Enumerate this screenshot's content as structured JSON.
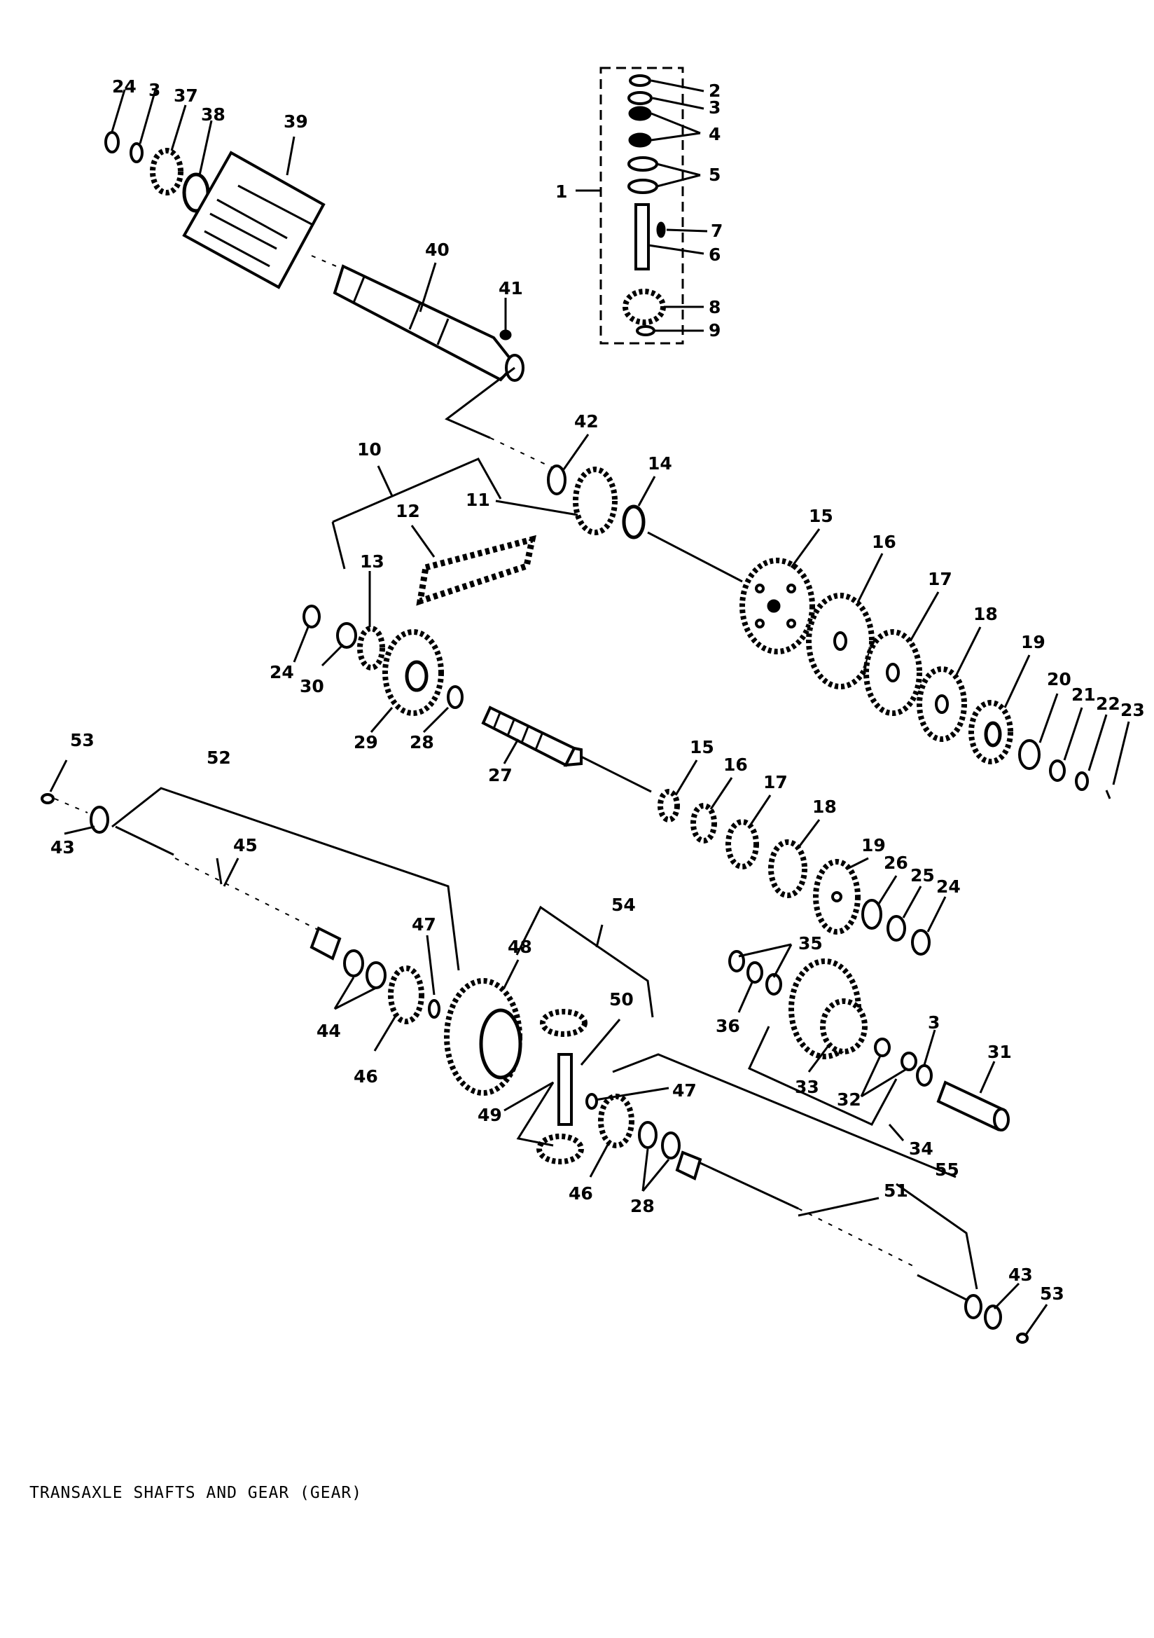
{
  "caption": "TRANSAXLE SHAFTS AND GEAR (GEAR)",
  "callouts": [
    {
      "id": "c24a",
      "text": "24"
    },
    {
      "id": "c3a",
      "text": "3"
    },
    {
      "id": "c37",
      "text": "37"
    },
    {
      "id": "c38",
      "text": "38"
    },
    {
      "id": "c39",
      "text": "39"
    },
    {
      "id": "c40",
      "text": "40"
    },
    {
      "id": "c41",
      "text": "41"
    },
    {
      "id": "c2",
      "text": "2"
    },
    {
      "id": "c3b",
      "text": "3"
    },
    {
      "id": "c4",
      "text": "4"
    },
    {
      "id": "c5",
      "text": "5"
    },
    {
      "id": "c1",
      "text": "1"
    },
    {
      "id": "c7",
      "text": "7"
    },
    {
      "id": "c6",
      "text": "6"
    },
    {
      "id": "c8",
      "text": "8"
    },
    {
      "id": "c9",
      "text": "9"
    },
    {
      "id": "c42",
      "text": "42"
    },
    {
      "id": "c10",
      "text": "10"
    },
    {
      "id": "c11",
      "text": "11"
    },
    {
      "id": "c14",
      "text": "14"
    },
    {
      "id": "c12",
      "text": "12"
    },
    {
      "id": "c15a",
      "text": "15"
    },
    {
      "id": "c16a",
      "text": "16"
    },
    {
      "id": "c17a",
      "text": "17"
    },
    {
      "id": "c18a",
      "text": "18"
    },
    {
      "id": "c19a",
      "text": "19"
    },
    {
      "id": "c20",
      "text": "20"
    },
    {
      "id": "c21",
      "text": "21"
    },
    {
      "id": "c22",
      "text": "22"
    },
    {
      "id": "c23",
      "text": "23"
    },
    {
      "id": "c13",
      "text": "13"
    },
    {
      "id": "c24b",
      "text": "24"
    },
    {
      "id": "c30",
      "text": "30"
    },
    {
      "id": "c29",
      "text": "29"
    },
    {
      "id": "c28a",
      "text": "28"
    },
    {
      "id": "c27",
      "text": "27"
    },
    {
      "id": "c15b",
      "text": "15"
    },
    {
      "id": "c16b",
      "text": "16"
    },
    {
      "id": "c17b",
      "text": "17"
    },
    {
      "id": "c18b",
      "text": "18"
    },
    {
      "id": "c19b",
      "text": "19"
    },
    {
      "id": "c26",
      "text": "26"
    },
    {
      "id": "c25",
      "text": "25"
    },
    {
      "id": "c24c",
      "text": "24"
    },
    {
      "id": "c53a",
      "text": "53"
    },
    {
      "id": "c52",
      "text": "52"
    },
    {
      "id": "c43a",
      "text": "43"
    },
    {
      "id": "c45",
      "text": "45"
    },
    {
      "id": "c47a",
      "text": "47"
    },
    {
      "id": "c54",
      "text": "54"
    },
    {
      "id": "c48",
      "text": "48"
    },
    {
      "id": "c50",
      "text": "50"
    },
    {
      "id": "c35",
      "text": "35"
    },
    {
      "id": "c36",
      "text": "36"
    },
    {
      "id": "c44",
      "text": "44"
    },
    {
      "id": "c46a",
      "text": "46"
    },
    {
      "id": "c3c",
      "text": "3"
    },
    {
      "id": "c31",
      "text": "31"
    },
    {
      "id": "c33",
      "text": "33"
    },
    {
      "id": "c32",
      "text": "32"
    },
    {
      "id": "c47b",
      "text": "47"
    },
    {
      "id": "c49",
      "text": "49"
    },
    {
      "id": "c34",
      "text": "34"
    },
    {
      "id": "c55",
      "text": "55"
    },
    {
      "id": "c46b",
      "text": "46"
    },
    {
      "id": "c51",
      "text": "51"
    },
    {
      "id": "c28b",
      "text": "28"
    },
    {
      "id": "c43b",
      "text": "43"
    },
    {
      "id": "c53b",
      "text": "53"
    }
  ]
}
